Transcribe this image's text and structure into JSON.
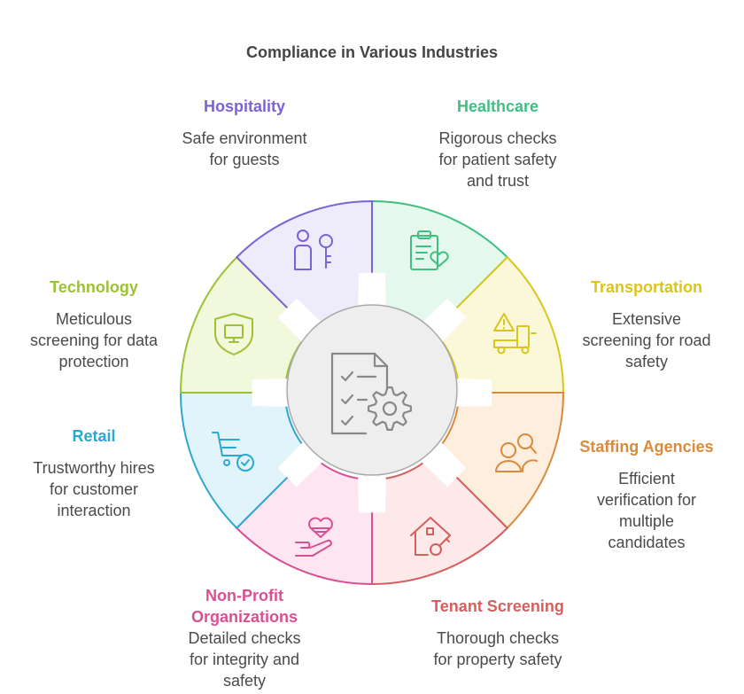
{
  "title": "Compliance in Various Industries",
  "center_icon": "checklist-gear-icon",
  "segments": [
    {
      "name": "Healthcare",
      "description": "Rigorous checks\nfor patient safety\nand trust",
      "icon": "clipboard-heart-icon",
      "color": "#3fbf80",
      "fill": "#e4f8ee"
    },
    {
      "name": "Transportation",
      "description": "Extensive\nscreening for road\nsafety",
      "icon": "warning-truck-icon",
      "color": "#d9c61c",
      "fill": "#fbf7d9"
    },
    {
      "name": "Staffing Agencies",
      "description": "Efficient\nverification for\nmultiple\ncandidates",
      "icon": "people-search-icon",
      "color": "#d98a3a",
      "fill": "#fdeedd"
    },
    {
      "name": "Tenant Screening",
      "description": "Thorough checks\nfor property safety",
      "icon": "house-key-icon",
      "color": "#d35f5f",
      "fill": "#fde9e9"
    },
    {
      "name": "Non-Profit\nOrganizations",
      "description": "Detailed checks\nfor integrity and\nsafety",
      "icon": "heart-hand-icon",
      "color": "#d94f93",
      "fill": "#fde6f1"
    },
    {
      "name": "Retail",
      "description": "Trustworthy hires\nfor customer\ninteraction",
      "icon": "cart-check-icon",
      "color": "#2aa8d0",
      "fill": "#e2f4fb"
    },
    {
      "name": "Technology",
      "description": "Meticulous\nscreening for data\nprotection",
      "icon": "shield-monitor-icon",
      "color": "#9cc234",
      "fill": "#f1f8dc"
    },
    {
      "name": "Hospitality",
      "description": "Safe environment\nfor guests",
      "icon": "person-key-icon",
      "color": "#7b62d6",
      "fill": "#eeebfb"
    }
  ]
}
